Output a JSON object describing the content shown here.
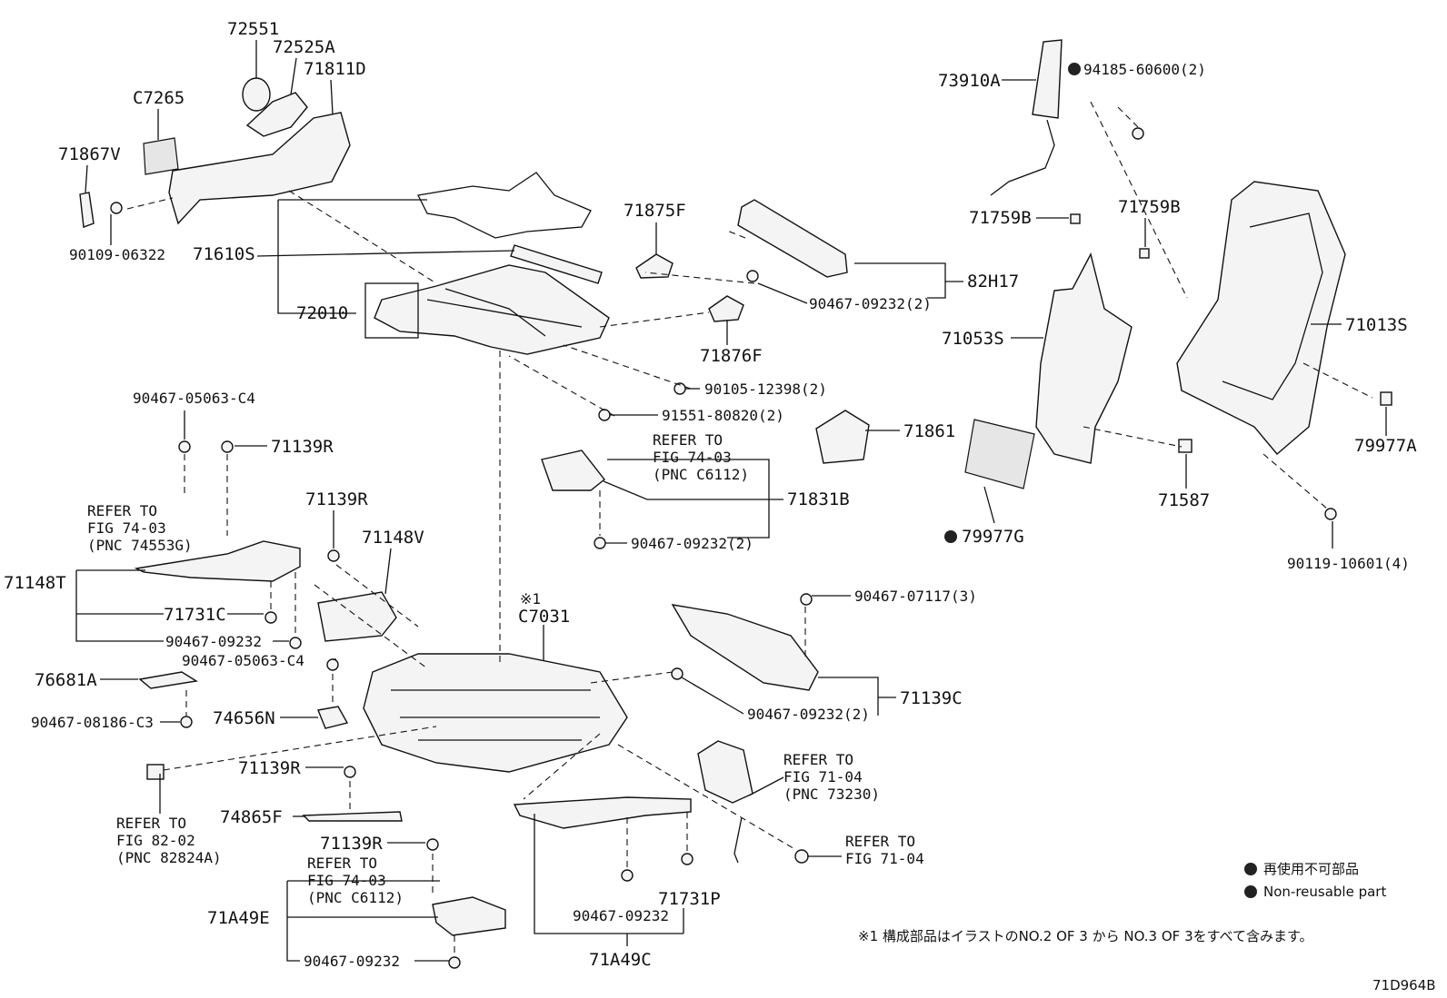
{
  "labels": {
    "p72551": "72551",
    "p72525A": "72525A",
    "p71811D": "71811D",
    "pC7265": "C7265",
    "p71867V": "71867V",
    "p90109": "90109-06322",
    "p71610S": "71610S",
    "p72010": "72010",
    "p71875F": "71875F",
    "p82H17": "82H17",
    "p90467_09232_2a": "90467-09232(2)",
    "p71876F": "71876F",
    "p90105": "90105-12398(2)",
    "p91551": "91551-80820(2)",
    "p73910A": "73910A",
    "p94185": "94185-60600(2)",
    "p71759B_a": "71759B",
    "p71759B_b": "71759B",
    "p71053S": "71053S",
    "p71013S": "71013S",
    "p71861": "71861",
    "p79977A": "79977A",
    "p71587": "71587",
    "p79977G": "79977G",
    "p90119": "90119-10601(4)",
    "p90467_05063_C4_a": "90467-05063-C4",
    "p71139R_a": "71139R",
    "p71148T": "71148T",
    "p71731C": "71731C",
    "p90467_09232_a": "90467-09232",
    "p71139R_b": "71139R",
    "p71148V": "71148V",
    "p90467_05063_C4_b": "90467-05063-C4",
    "p76681A": "76681A",
    "p90467_08186": "90467-08186-C3",
    "p74656N": "74656N",
    "p71831B": "71831B",
    "p90467_09232_2b": "90467-09232(2)",
    "pC7031_note": "※1",
    "pC7031": "C7031",
    "p90467_07117": "90467-07117(3)",
    "p71139C": "71139C",
    "p90467_09232_2c": "90467-09232(2)",
    "p71139R_c": "71139R",
    "p74865F": "74865F",
    "p71139R_d": "71139R",
    "p71A49E": "71A49E",
    "p90467_09232_b": "90467-09232",
    "p90467_09232_c": "90467-09232",
    "p71731P": "71731P",
    "p71A49C": "71A49C"
  },
  "refs": {
    "r1": [
      "REFER TO",
      "FIG 74-03",
      "(PNC 74553G)"
    ],
    "r2": [
      "REFER TO",
      "FIG 74-03",
      "(PNC C6112)"
    ],
    "r3": [
      "REFER TO",
      "FIG 82-02",
      "(PNC 82824A)"
    ],
    "r4": [
      "REFER TO",
      "FIG 71-04",
      "(PNC 73230)"
    ],
    "r5": [
      "REFER TO",
      "FIG 71-04"
    ],
    "r6": [
      "REFER TO",
      "FIG 74-03",
      "(PNC C6112)"
    ]
  },
  "legend": {
    "ja": "再使用不可部品",
    "en": "Non-reusable part"
  },
  "footnote": "※1 構成部品はイラストのNO.2 OF 3 から NO.3 OF 3をすべて含みます。",
  "figure_id": "71D964B"
}
